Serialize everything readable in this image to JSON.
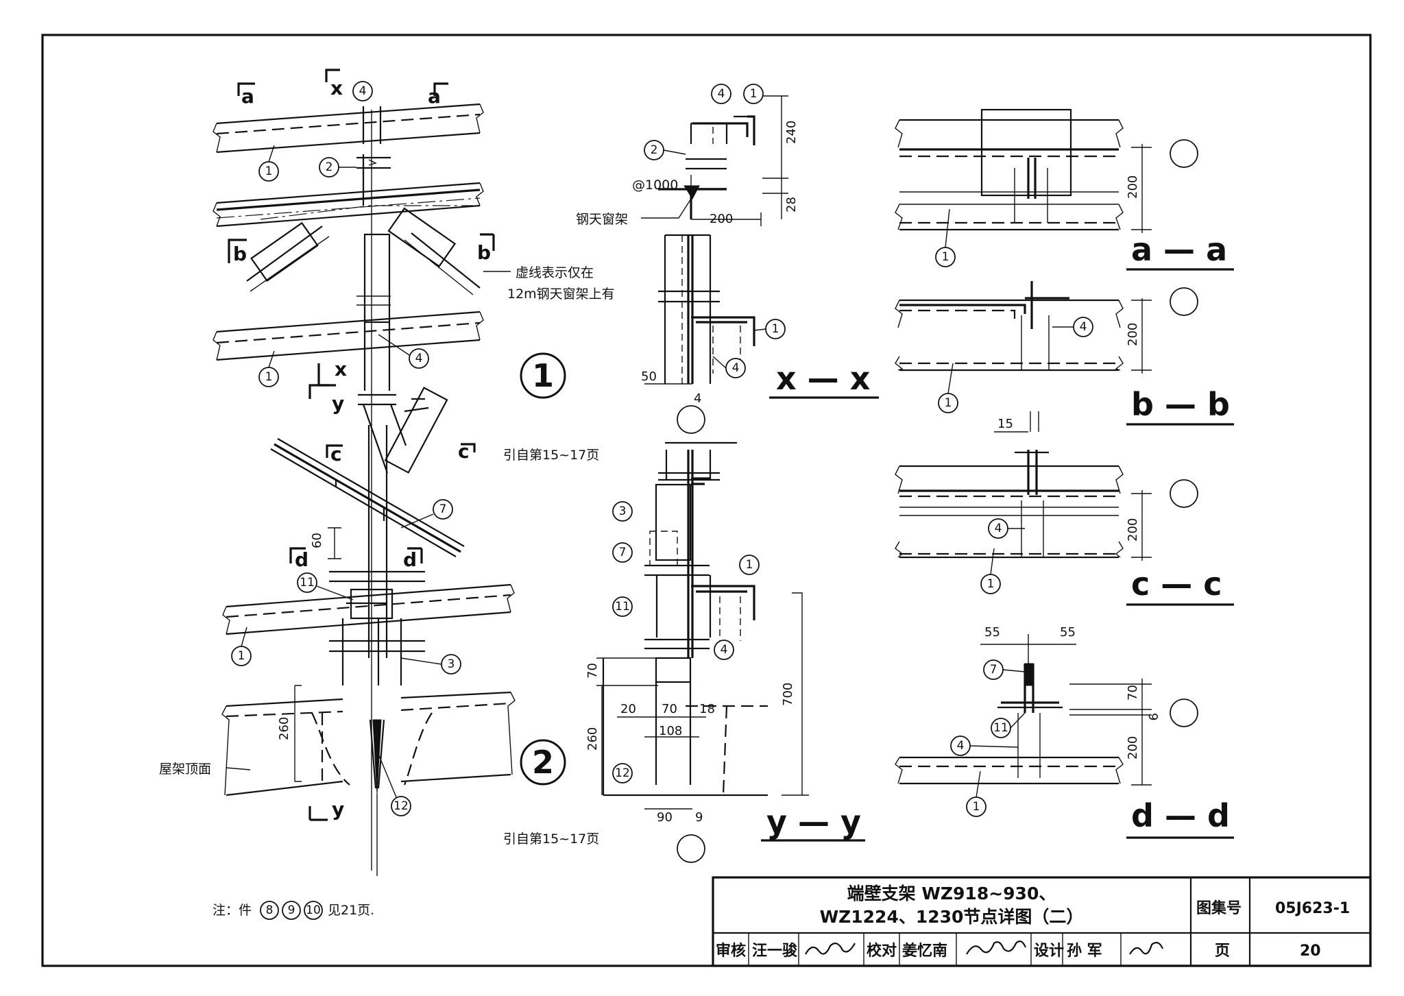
{
  "sheet": {
    "section_marks": {
      "a": "a",
      "x": "x",
      "b": "b",
      "y": "y",
      "c": "c",
      "d": "d"
    },
    "section_titles": {
      "aa": "a — a",
      "bb": "b — b",
      "cc": "c — c",
      "dd": "d — d",
      "xx": "x — x",
      "yy": "y — y"
    },
    "detail_numbers": {
      "one": "1",
      "two": "2"
    },
    "parts": {
      "p1": "1",
      "p2": "2",
      "p3": "3",
      "p4": "4",
      "p7": "7",
      "p11": "11",
      "p12": "12"
    },
    "notes": {
      "dashed_1": "虚线表示仅在",
      "dashed_2": "12m钢天窗架上有",
      "ref_1": "引自第15~17页",
      "ref_2": "引自第15~17页",
      "truss_top": "屋架顶面",
      "sky_frame": "钢天窗架",
      "spacing": "@1000",
      "footnote_prefix": "注：件",
      "footnote_p8": "8",
      "footnote_p9": "9",
      "footnote_p10": "10",
      "footnote_suffix": "见21页."
    },
    "dims": {
      "d240": "240",
      "d28": "28",
      "d200": "200",
      "d50": "50",
      "d4": "4",
      "d60": "60",
      "d70": "70",
      "d260": "260",
      "d20": "20",
      "d18": "18",
      "d108": "108",
      "d90": "90",
      "d9": "9",
      "d700": "700",
      "d15": "15",
      "d55": "55"
    }
  },
  "title_block": {
    "title_line1": "端壁支架  WZ918~930、",
    "title_line2": "WZ1224、1230节点详图（二）",
    "atlas_label": "图集号",
    "atlas_value": "05J623-1",
    "page_label": "页",
    "page_value": "20",
    "review_label": "审核",
    "review_name": "汪一骏",
    "check_label": "校对",
    "check_name": "姜忆南",
    "design_label": "设计",
    "design_name": "孙 军"
  }
}
